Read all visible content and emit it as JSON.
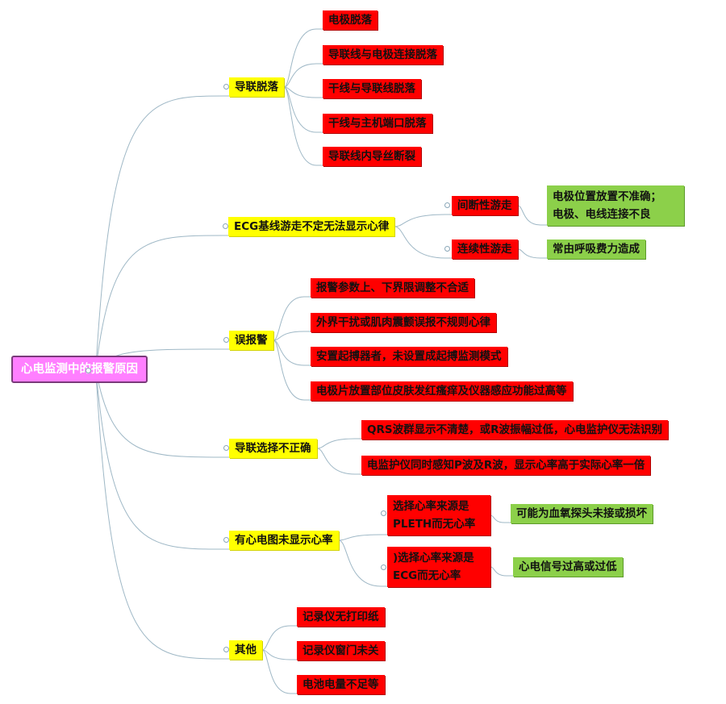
{
  "root": "心电监测中的报警原因",
  "branches": [
    {
      "label": "导联脱落",
      "children": [
        "电极脱落",
        "导联线与电极连接脱落",
        "干线与导联线脱落",
        "干线与主机端口脱落",
        "导联线内导丝断裂"
      ]
    },
    {
      "label": "ECG基线游走不定无法显示心律",
      "children": [
        {
          "label": "间断性游走",
          "note": [
            "电极位置放置不准确；",
            "电极、电线连接不良"
          ]
        },
        {
          "label": "连续性游走",
          "note": [
            "常由呼吸费力造成"
          ]
        }
      ]
    },
    {
      "label": "误报警",
      "children": [
        "报警参数上、下界限调整不合适",
        "外界干扰或肌肉震颤误报不规则心律",
        "安置起搏器者，未设置成起搏监测模式",
        "电极片放置部位皮肤发红瘙痒及仪器感应功能过高等"
      ]
    },
    {
      "label": "导联选择不正确",
      "children": [
        "QRS波群显示不清楚，或R波振幅过低，心电监护仪无法识别",
        "电监护仪同时感知P波及R波，显示心率高于实际心率一倍"
      ]
    },
    {
      "label": "有心电图未显示心率",
      "children": [
        {
          "label": [
            "选择心率来源是",
            "PLETH而无心率"
          ],
          "note": [
            "可能为血氧探头未接或损坏"
          ]
        },
        {
          "label": [
            ")选择心率来源是",
            "ECG而无心率"
          ],
          "note": [
            "心电信号过高或过低"
          ]
        }
      ]
    },
    {
      "label": "其他",
      "children": [
        "记录仪无打印纸",
        "记录仪窗门未关",
        "电池电量不足等"
      ]
    }
  ],
  "colors": {
    "root": "#ff7fff",
    "branch": "#ffff00",
    "leaf": "#ff0000",
    "note": "#8cd04a",
    "line": "#9fb8c6"
  }
}
